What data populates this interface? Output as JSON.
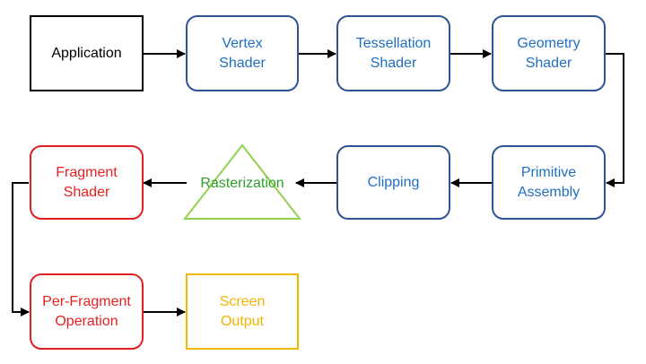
{
  "nodes": {
    "application": "Application",
    "vertex_shader": "Vertex\nShader",
    "tessellation_shader": "Tessellation\nShader",
    "geometry_shader": "Geometry\nShader",
    "primitive_assembly": "Primitive\nAssembly",
    "clipping": "Clipping",
    "rasterization": "Rasterization",
    "fragment_shader": "Fragment\nShader",
    "per_fragment_operation": "Per-Fragment\nOperation",
    "screen_output": "Screen\nOutput"
  },
  "colors": {
    "process_border": "#2f5496",
    "process_text": "#1f6fc0",
    "fragment_stage": "#e02020",
    "rasterization": "#92d050",
    "rasterization_text": "#2ca02c",
    "output": "#f0b800",
    "arrow": "#000000"
  }
}
